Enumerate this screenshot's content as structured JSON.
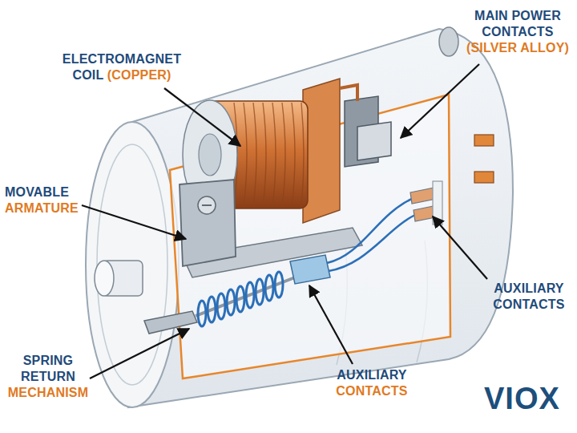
{
  "diagram": {
    "labels": [
      "ELECTROMAGNET COIL",
      "(COPPER)",
      "MAIN POWER CONTACTS",
      "(SILVER ALLOY)",
      "MOVABLE",
      "ARMATURE",
      "AUXILIARY CONTACTS",
      "SPRING RETURN",
      "MECHANISM",
      "AUXILIARY",
      "CONTACTS",
      "VIOX"
    ]
  }
}
